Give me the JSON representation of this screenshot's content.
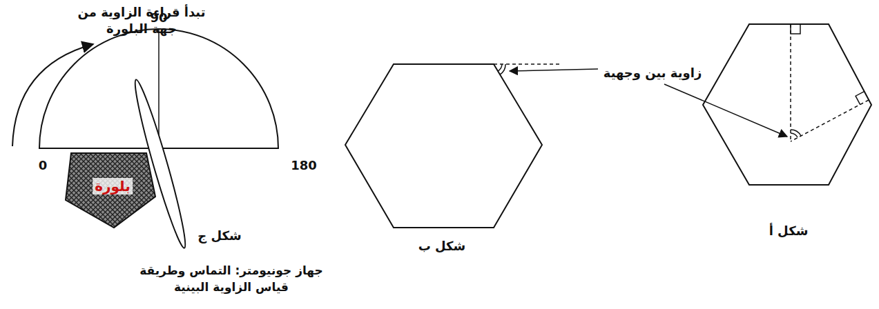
{
  "diagram": {
    "nodes": [
      {
        "text": [
          "بلورة"
        ]
      }
    ],
    "labels": [
      "تبدأ قراءة الزاوية من جهة البلورة",
      "90",
      "0",
      "180",
      "شكل ج",
      "جهاز جونيومتر: التماس وطريقة قياس الزاوية البينية",
      "شكل ب",
      "زاوية بين وجهية",
      "شكل أ"
    ]
  }
}
